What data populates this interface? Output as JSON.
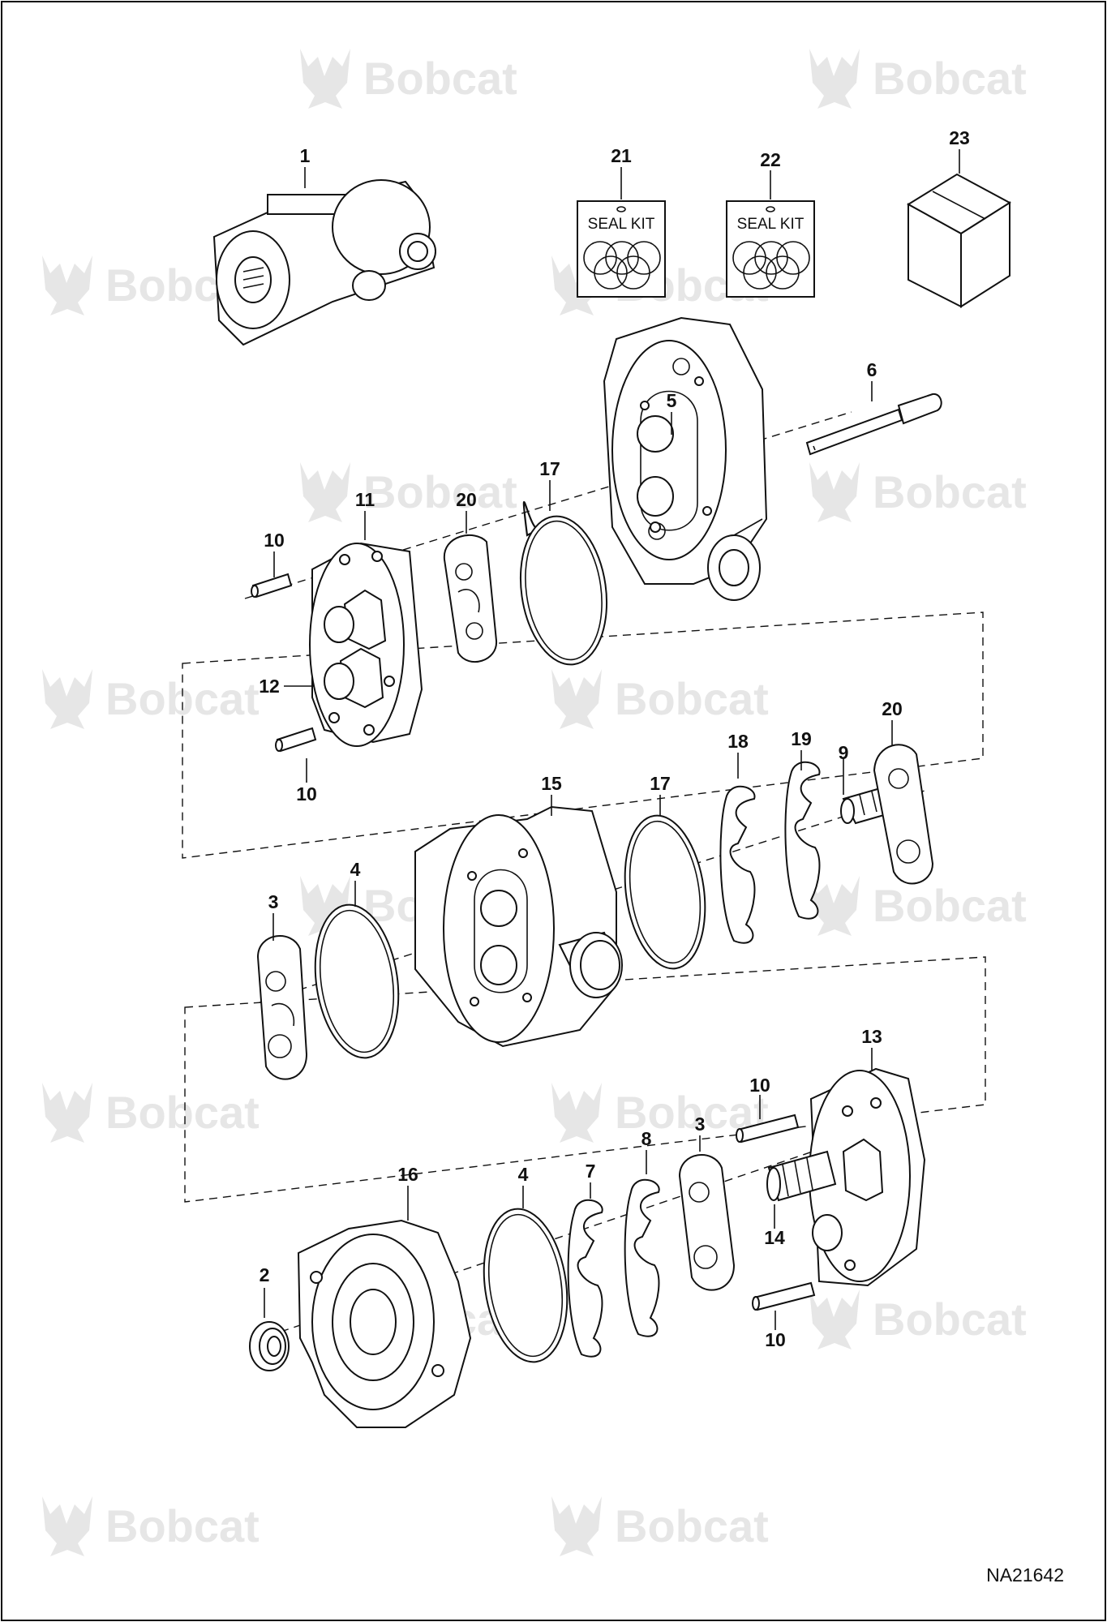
{
  "brand": "Bobcat",
  "drawing_code": "NA21642",
  "kit_label": "SEAL KIT",
  "callouts": [
    "1",
    "21",
    "22",
    "23",
    "5",
    "6",
    "11",
    "20",
    "17",
    "10",
    "12",
    "10",
    "15",
    "17",
    "18",
    "19",
    "9",
    "20",
    "3",
    "4",
    "13",
    "10",
    "16",
    "4",
    "7",
    "8",
    "3",
    "14",
    "2",
    "10"
  ],
  "colors": {
    "line": "#111111",
    "watermark": "#e6e6e6",
    "background": "#ffffff"
  }
}
